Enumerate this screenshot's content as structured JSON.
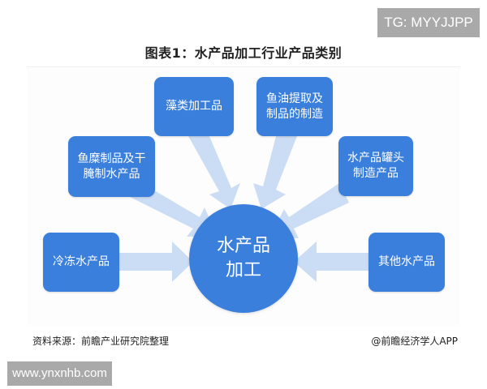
{
  "watermarks": {
    "top_right": "TG: MYYJJPP",
    "bottom_left": "www.ynxnhb.com"
  },
  "diagram": {
    "title": "图表1：水产品加工行业产品类别",
    "center": {
      "line1": "水产品",
      "line2": "加工"
    },
    "categories": [
      {
        "id": "algae",
        "line1": "藻类加工品",
        "line2": ""
      },
      {
        "id": "fish-oil",
        "line1": "鱼油提取及",
        "line2": "制品的制造"
      },
      {
        "id": "surimi",
        "line1": "鱼糜制品及干",
        "line2": "腌制水产品"
      },
      {
        "id": "canned",
        "line1": "水产品罐头",
        "line2": "制造产品"
      },
      {
        "id": "frozen",
        "line1": "冷冻水产品",
        "line2": ""
      },
      {
        "id": "other",
        "line1": "其他水产品",
        "line2": ""
      }
    ],
    "colors": {
      "box": "#3b7fdd",
      "arrow": "#c9dcf5"
    },
    "source": "资料来源：前瞻产业研究院整理",
    "credit": "@前瞻经济学人APP"
  }
}
